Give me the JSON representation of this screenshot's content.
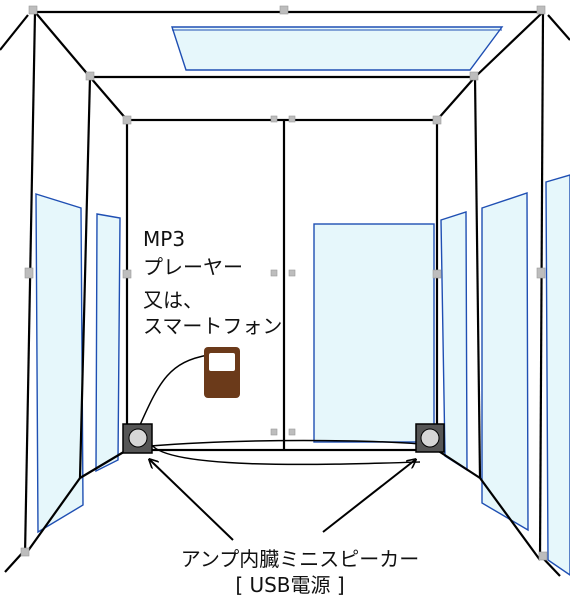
{
  "labels": {
    "device_line1": "MP3",
    "device_line2": "プレーヤー",
    "device_line3": "又は、",
    "device_line4": "スマートフォン",
    "speaker_line1": "アンプ内臓ミニスピーカー",
    "speaker_line2": "[ USB電源 ]"
  },
  "colors": {
    "panel_fill": "#e6f7fb",
    "panel_stroke": "#1f4fb3",
    "player_body": "#6b3a1a",
    "player_screen": "#ffffff",
    "speaker_body": "#555555",
    "speaker_cone": "#d6d6d6"
  }
}
